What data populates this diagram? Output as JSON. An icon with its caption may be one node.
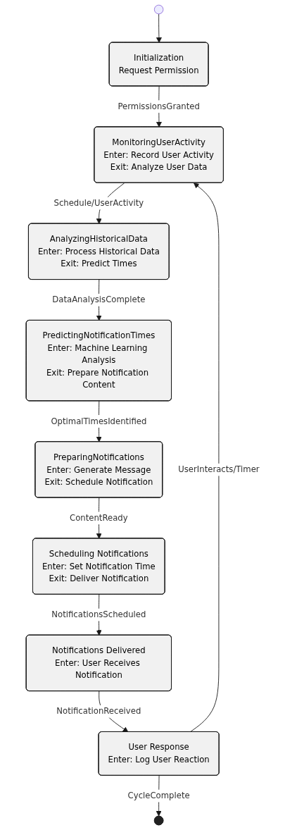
{
  "diagram": {
    "nodes": [
      {
        "text": [],
        "shape": "circle"
      },
      {
        "text": [
          "Initialization",
          "Request Permission"
        ]
      },
      {
        "text": [
          "MonitoringUserActivity",
          "Enter: Record User Activity",
          "Exit: Analyze User Data"
        ]
      },
      {
        "text": [
          "AnalyzingHistoricalData",
          "Enter: Process Historical Data",
          "Exit: Predict Times"
        ]
      },
      {
        "text": [
          "PredictingNotificationTimes",
          "Enter: Machine Learning Analysis",
          "Exit: Prepare Notification Content"
        ]
      },
      {
        "text": [
          "PreparingNotifications",
          "Enter: Generate Message",
          "Exit: Schedule Notification"
        ]
      },
      {
        "text": [
          "Scheduling Notifications",
          "Enter: Set Notification Time",
          "Exit: Deliver Notification"
        ]
      },
      {
        "text": [
          "Notifications Delivered",
          "Enter: User Receives Notification"
        ]
      },
      {
        "text": [
          "User Response",
          "Enter: Log User Reaction"
        ]
      },
      {
        "text": [],
        "shape": "circle"
      }
    ],
    "edges": [
      {
        "from": 0,
        "to": 1,
        "arrow": "to"
      },
      {
        "from": 1,
        "to": 2,
        "arrow": "to",
        "label": "PermissionsGranted"
      },
      {
        "from": 2,
        "to": 3,
        "arrow": "to",
        "label": "Schedule/UserActivity"
      },
      {
        "from": 3,
        "to": 4,
        "arrow": "to",
        "label": "DataAnalysisComplete"
      },
      {
        "from": 4,
        "to": 5,
        "arrow": "to",
        "label": "OptimalTimesIdentified"
      },
      {
        "from": 5,
        "to": 6,
        "arrow": "to",
        "label": "ContentReady"
      },
      {
        "from": 6,
        "to": 7,
        "arrow": "to",
        "label": "NotificationsScheduled"
      },
      {
        "from": 7,
        "to": 8,
        "arrow": "to",
        "label": "NotificationReceived"
      },
      {
        "from": 8,
        "to": 2,
        "arrow": "to",
        "label": "UserInteracts/Timer"
      },
      {
        "from": 8,
        "to": 9,
        "arrow": "to",
        "label": "CycleComplete"
      }
    ]
  }
}
